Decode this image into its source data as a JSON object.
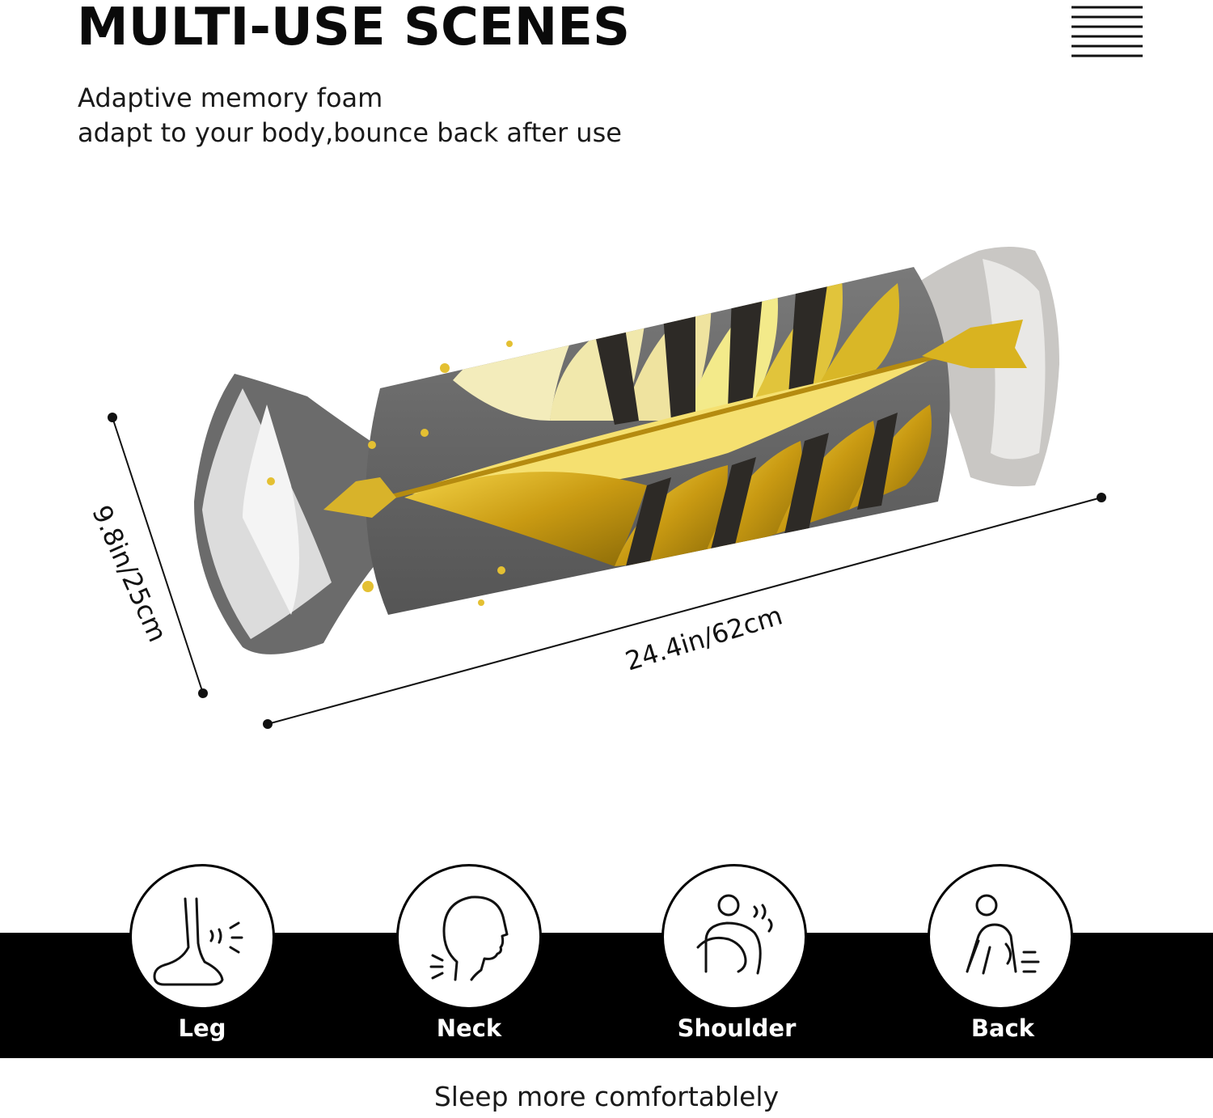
{
  "header": {
    "title": "MULTI-USE SCENES",
    "menu_icon": "menu-lines-icon"
  },
  "description": {
    "line1": "Adaptive memory foam",
    "line2": "adapt to your body,bounce back after use"
  },
  "product": {
    "height_label": "9.8in/25cm",
    "length_label": "24.4in/62cm",
    "colors": {
      "wrapper": "#676767",
      "gold": "#d4a514",
      "cream": "#f1e9b0",
      "dark": "#2d2a26"
    }
  },
  "scenes": [
    {
      "label": "Leg",
      "icon": "foot-icon"
    },
    {
      "label": "Neck",
      "icon": "head-profile-icon"
    },
    {
      "label": "Shoulder",
      "icon": "shoulder-pain-icon"
    },
    {
      "label": "Back",
      "icon": "back-pain-icon"
    }
  ],
  "footer": {
    "text": "Sleep more comfortablely"
  }
}
